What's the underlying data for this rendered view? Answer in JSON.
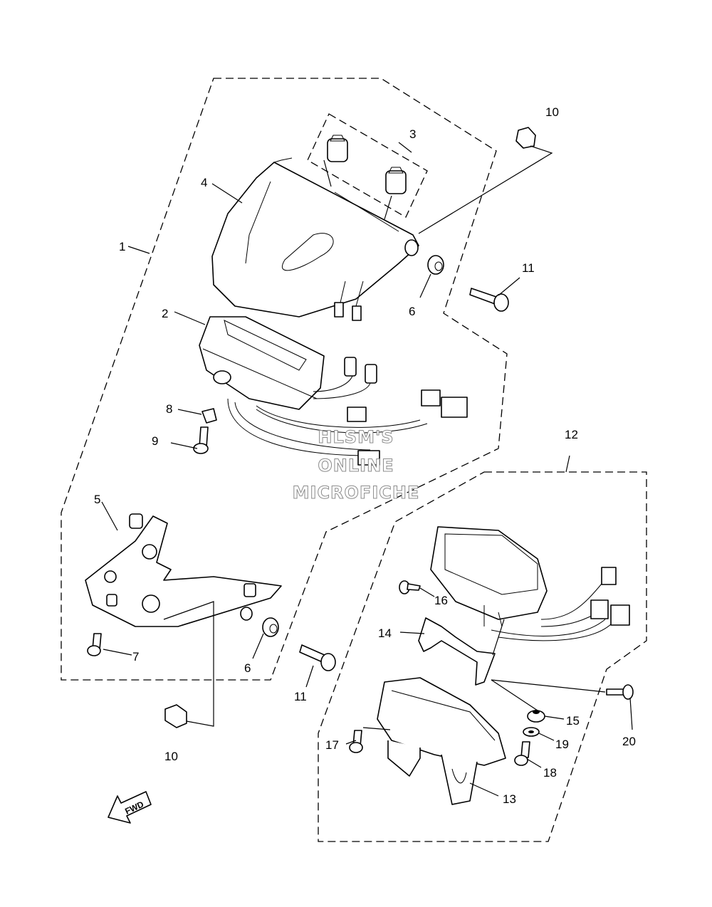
{
  "callouts": {
    "c1": "1",
    "c2": "2",
    "c3": "3",
    "c4": "4",
    "c5": "5",
    "c6a": "6",
    "c6b": "6",
    "c7": "7",
    "c8": "8",
    "c9": "9",
    "c10a": "10",
    "c10b": "10",
    "c11a": "11",
    "c11b": "11",
    "c12": "12",
    "c13": "13",
    "c14": "14",
    "c15": "15",
    "c16": "16",
    "c17": "17",
    "c18": "18",
    "c19": "19",
    "c20": "20"
  },
  "watermark": {
    "line1": "HLSM'S",
    "line2": "ONLINE",
    "line3": "MICROFICHE"
  },
  "fwd_arrow": {
    "label": "FWD"
  },
  "colors": {
    "ink": "#000000",
    "watermark_outline": "#8c8c8c",
    "background": "#ffffff"
  }
}
